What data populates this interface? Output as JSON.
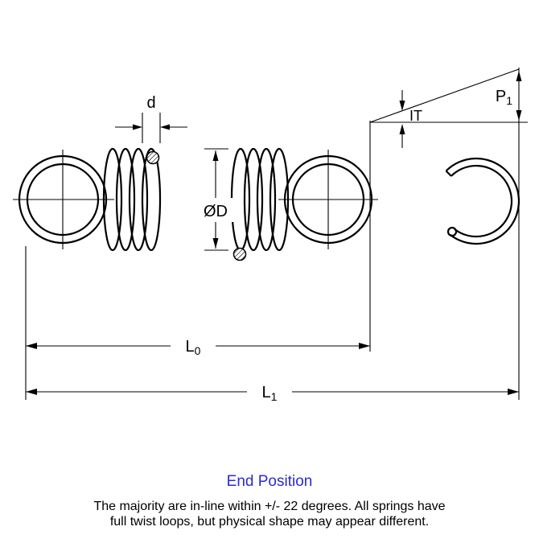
{
  "diagram": {
    "line_color": "#000000",
    "labels": {
      "wire_diameter": "d",
      "initial_tension": "IT",
      "outer_diameter": "ØD",
      "load": {
        "base": "P",
        "sub": "1"
      },
      "free_length": {
        "base": "L",
        "sub": "0"
      },
      "extended_length": {
        "base": "L",
        "sub": "1"
      }
    }
  },
  "title": {
    "text": "End Position",
    "color": "#2a2ad4"
  },
  "caption": {
    "line1": "The majority are in-line within +/- 22 degrees. All springs have",
    "line2": "full twist loops, but physical shape may appear different."
  }
}
